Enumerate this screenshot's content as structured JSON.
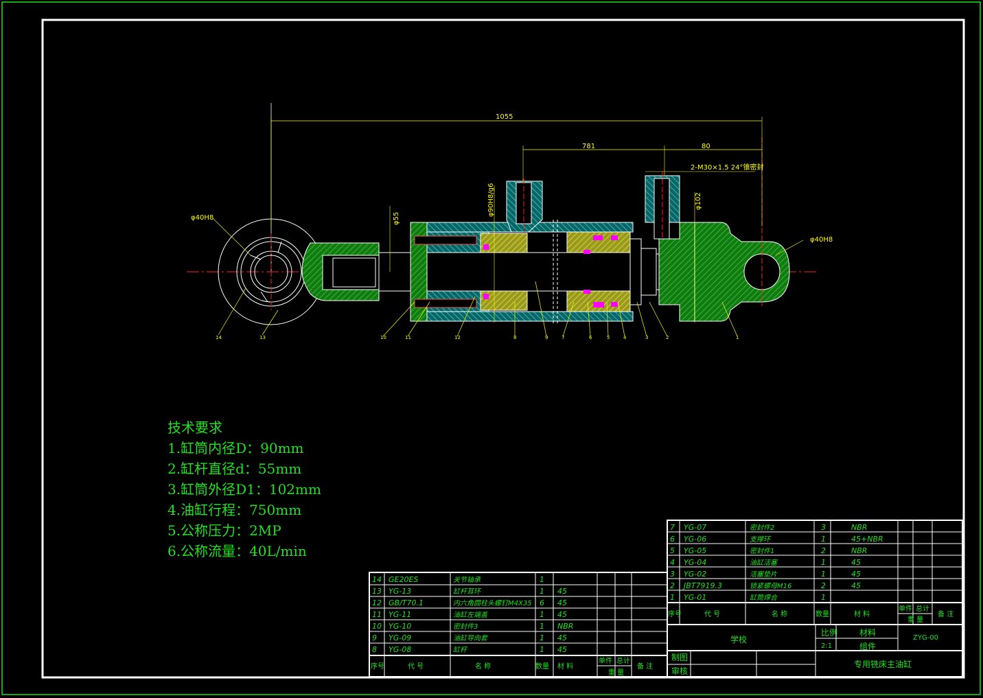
{
  "drawing": {
    "dimensions": {
      "overall_length": "1055",
      "mid_length": "781",
      "right_offset": "80",
      "thread_note": "2-M30×1.5 24°锥密封",
      "left_pin": "φ40H8",
      "right_pin": "φ40H8",
      "rod_dia": "φ55",
      "bore_fit": "φ90H8/g6",
      "outer_dia": "φ102"
    },
    "balloons": [
      "14",
      "13",
      "10",
      "11",
      "12",
      "8",
      "9",
      "7",
      "6",
      "5",
      "4",
      "3",
      "2",
      "1"
    ]
  },
  "tech_requirements": {
    "title": "技术要求",
    "items": [
      "1.缸筒内径D：90mm",
      "2.缸杆直径d：55mm",
      "3.缸筒外径D1：102mm",
      "4.油缸行程：750mm",
      "5.公称压力：2MP",
      "6.公称流量：40L/min"
    ]
  },
  "parts_left": [
    {
      "no": "14",
      "code": "GE20ES",
      "name": "关节轴承",
      "qty": "1",
      "mat": ""
    },
    {
      "no": "13",
      "code": "YG-13",
      "name": "缸杆耳环",
      "qty": "1",
      "mat": "45"
    },
    {
      "no": "12",
      "code": "GB/T70.1",
      "name": "内六角圆柱头螺钉M4X35",
      "qty": "6",
      "mat": "45"
    },
    {
      "no": "11",
      "code": "YG-11",
      "name": "油缸左端盖",
      "qty": "1",
      "mat": "45"
    },
    {
      "no": "10",
      "code": "YG-10",
      "name": "密封件3",
      "qty": "1",
      "mat": "NBR"
    },
    {
      "no": "9",
      "code": "YG-09",
      "name": "油缸导向套",
      "qty": "1",
      "mat": "45"
    },
    {
      "no": "8",
      "code": "YG-08",
      "name": "缸杆",
      "qty": "1",
      "mat": "45"
    }
  ],
  "parts_right": [
    {
      "no": "7",
      "code": "YG-07",
      "name": "密封件2",
      "qty": "3",
      "mat": "NBR"
    },
    {
      "no": "6",
      "code": "YG-06",
      "name": "支撑环",
      "qty": "1",
      "mat": "45+NBR"
    },
    {
      "no": "5",
      "code": "YG-05",
      "name": "密封件1",
      "qty": "2",
      "mat": "NBR"
    },
    {
      "no": "4",
      "code": "YG-04",
      "name": "油缸活塞",
      "qty": "1",
      "mat": "45"
    },
    {
      "no": "3",
      "code": "YG-02",
      "name": "活塞垫片",
      "qty": "1",
      "mat": "45"
    },
    {
      "no": "2",
      "code": "JBT7919.3",
      "name": "锁紧螺母M16",
      "qty": "2",
      "mat": "45"
    },
    {
      "no": "1",
      "code": "YG-01",
      "name": "缸筒焊合",
      "qty": "1",
      "mat": ""
    }
  ],
  "table_headers": {
    "no": "序号",
    "code": "代 号",
    "name": "名 称",
    "qty": "数量",
    "mat": "材 料",
    "unit": "单件",
    "total": "总计",
    "weight": "重 量",
    "note": "备 注"
  },
  "title_block": {
    "school": "学校",
    "scale_label": "比例",
    "scale": "2:1",
    "material": "材料",
    "assembly": "组件",
    "drawing_no": "ZYG-00",
    "drawn": "制图",
    "checked": "审核",
    "title": "专用铣床主油缸"
  },
  "colors": {
    "frame": "#ffffff",
    "border_outer": "#1fe01f",
    "hatch": "#c8c832",
    "hatch_green": "#1ea01e",
    "body": "#00d0d0",
    "dimension": "#ffff00",
    "centerline": "#ff2020",
    "seal": "#ff00ff",
    "text": "#21e021"
  }
}
